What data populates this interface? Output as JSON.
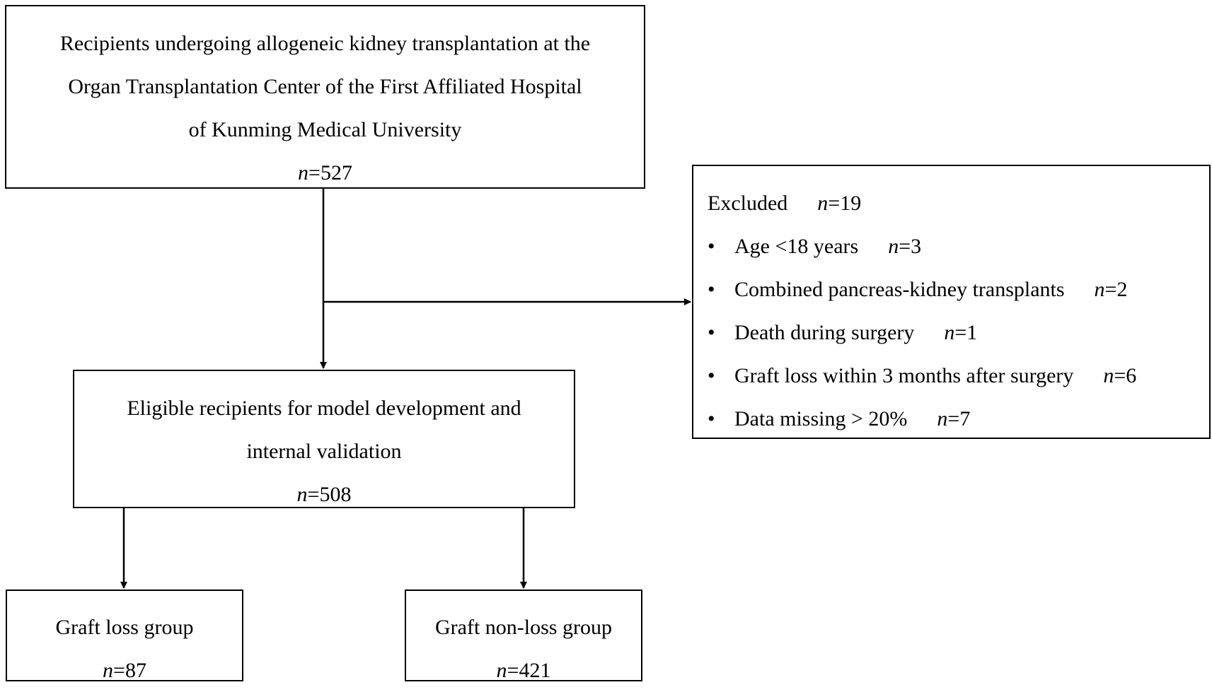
{
  "recipients": {
    "lines": [
      "Recipients undergoing allogeneic kidney transplantation at the",
      "Organ Transplantation Center of the First Affiliated Hospital",
      "of Kunming Medical University"
    ],
    "n_label": "n",
    "n_value": "=527"
  },
  "excluded": {
    "title": "Excluded",
    "n_label": "n",
    "n_value": "=19",
    "bullet": "•",
    "items": [
      {
        "label": "Age <18 years",
        "n_label": "n",
        "n_value": "=3"
      },
      {
        "label": "Combined pancreas-kidney transplants",
        "n_label": "n",
        "n_value": "=2"
      },
      {
        "label": "Death during surgery",
        "n_label": "n",
        "n_value": "=1"
      },
      {
        "label": "Graft loss within 3 months after surgery",
        "n_label": "n",
        "n_value": "=6"
      },
      {
        "label": "Data missing > 20%",
        "n_label": "n",
        "n_value": "=7"
      }
    ]
  },
  "eligible": {
    "lines": [
      "Eligible recipients for model development and",
      "internal validation"
    ],
    "n_label": "n",
    "n_value": "=508"
  },
  "graft_loss": {
    "label": "Graft loss group",
    "n_label": "n",
    "n_value": "=87"
  },
  "graft_non_loss": {
    "label": "Graft non-loss group",
    "n_label": "n",
    "n_value": "=421"
  }
}
